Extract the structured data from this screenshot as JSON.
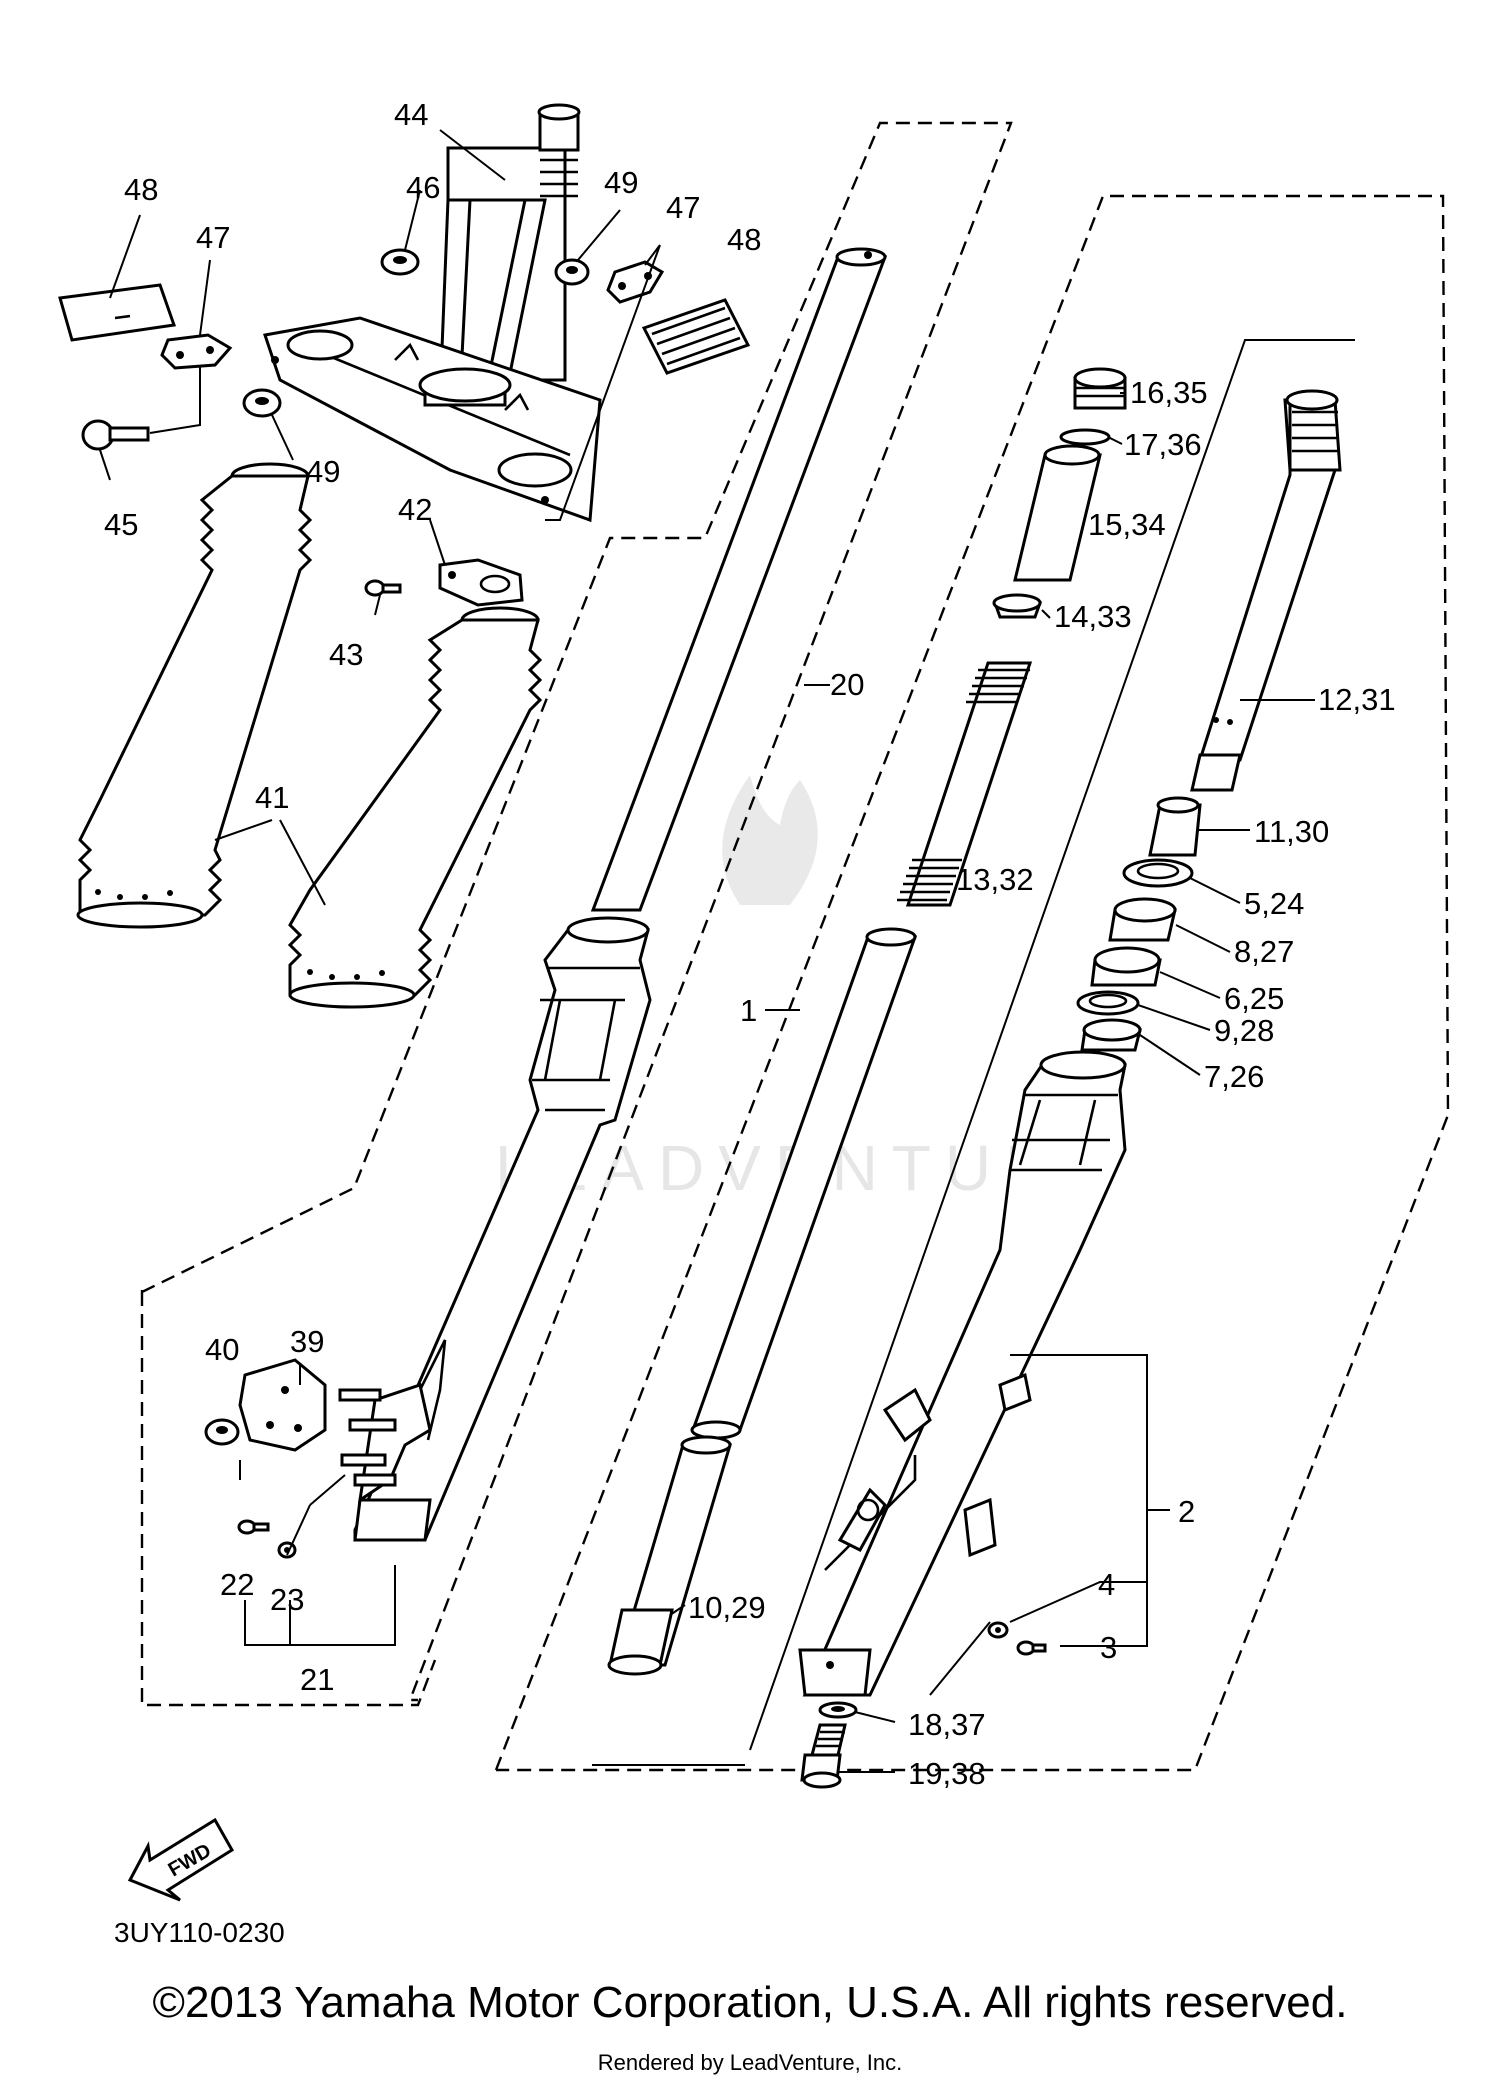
{
  "diagram": {
    "labels": [
      "44",
      "46",
      "49",
      "47",
      "48",
      "48",
      "47",
      "45",
      "49",
      "42",
      "43",
      "41",
      "20",
      "16,35",
      "17,36",
      "15,34",
      "14,33",
      "12,31",
      "13,32",
      "11,30",
      "5,24",
      "8,27",
      "6,25",
      "9,28",
      "7,26",
      "1",
      "40",
      "39",
      "22",
      "23",
      "21",
      "10,29",
      "2",
      "4",
      "3",
      "18,37",
      "19,38"
    ],
    "diagram_code": "3UY110-0230",
    "fwd_badge": "FWD",
    "watermark": "LEADVENTURE"
  },
  "footer": {
    "copyright": "©2013 Yamaha Motor Corporation, U.S.A. All rights reserved.",
    "rendered_by": "Rendered by LeadVenture, Inc."
  }
}
